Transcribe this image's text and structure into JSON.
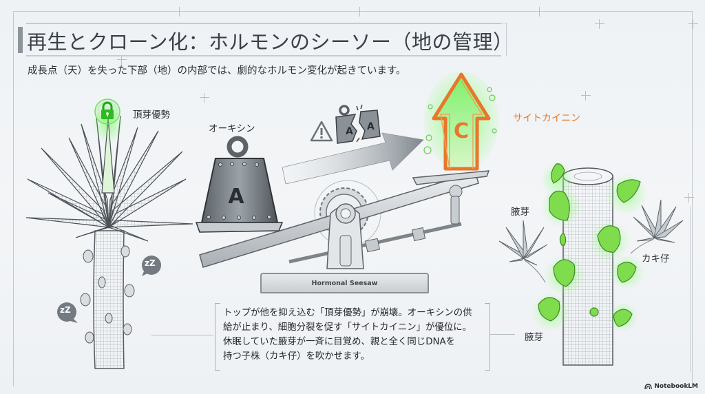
{
  "header": {
    "title": "再生とクローン化：ホルモンのシーソー（地の管理）",
    "subtitle": "成長点（天）を失った下部（地）の内部では、劇的なホルモン変化が起きています。"
  },
  "labels": {
    "apical_dominance": "頂芽優勢",
    "auxin": "オーキシン",
    "cytokinin": "サイトカイニン",
    "axillary_bud_top": "腋芽",
    "axillary_bud_bottom": "腋芽",
    "offshoot": "カキ仔",
    "seesaw_plate": "Hormonal Seesaw",
    "auxin_weight_letter": "A",
    "broken_weight_letter_left": "A",
    "broken_weight_letter_right": "A",
    "cytokinin_arrow_letter": "C",
    "sleep_bubble_1": "zZ",
    "sleep_bubble_2": "zZ"
  },
  "description": {
    "lines": [
      "トップが他を抑え込む「頂芽優勢」が崩壊。オーキシンの供",
      "給が止まり、細胞分裂を促す「サイトカイニン」が優位に。",
      "休眠していた腋芽が一斉に目覚め、親と全く同じDNAを",
      "持つ子株（カキ仔）を吹かせます。"
    ]
  },
  "icons": {
    "lock": "lock-icon",
    "warning": "warning-icon",
    "arrow_up": "arrow-up-icon",
    "arrow_right": "arrow-right-icon",
    "sleep": "sleep-bubble-icon"
  },
  "colors": {
    "accent_green": "#3fcf3a",
    "accent_orange": "#e17a2c",
    "metal": "#6e757c",
    "background": "#f0f3f5"
  },
  "brand": {
    "name": "NotebookLM"
  }
}
